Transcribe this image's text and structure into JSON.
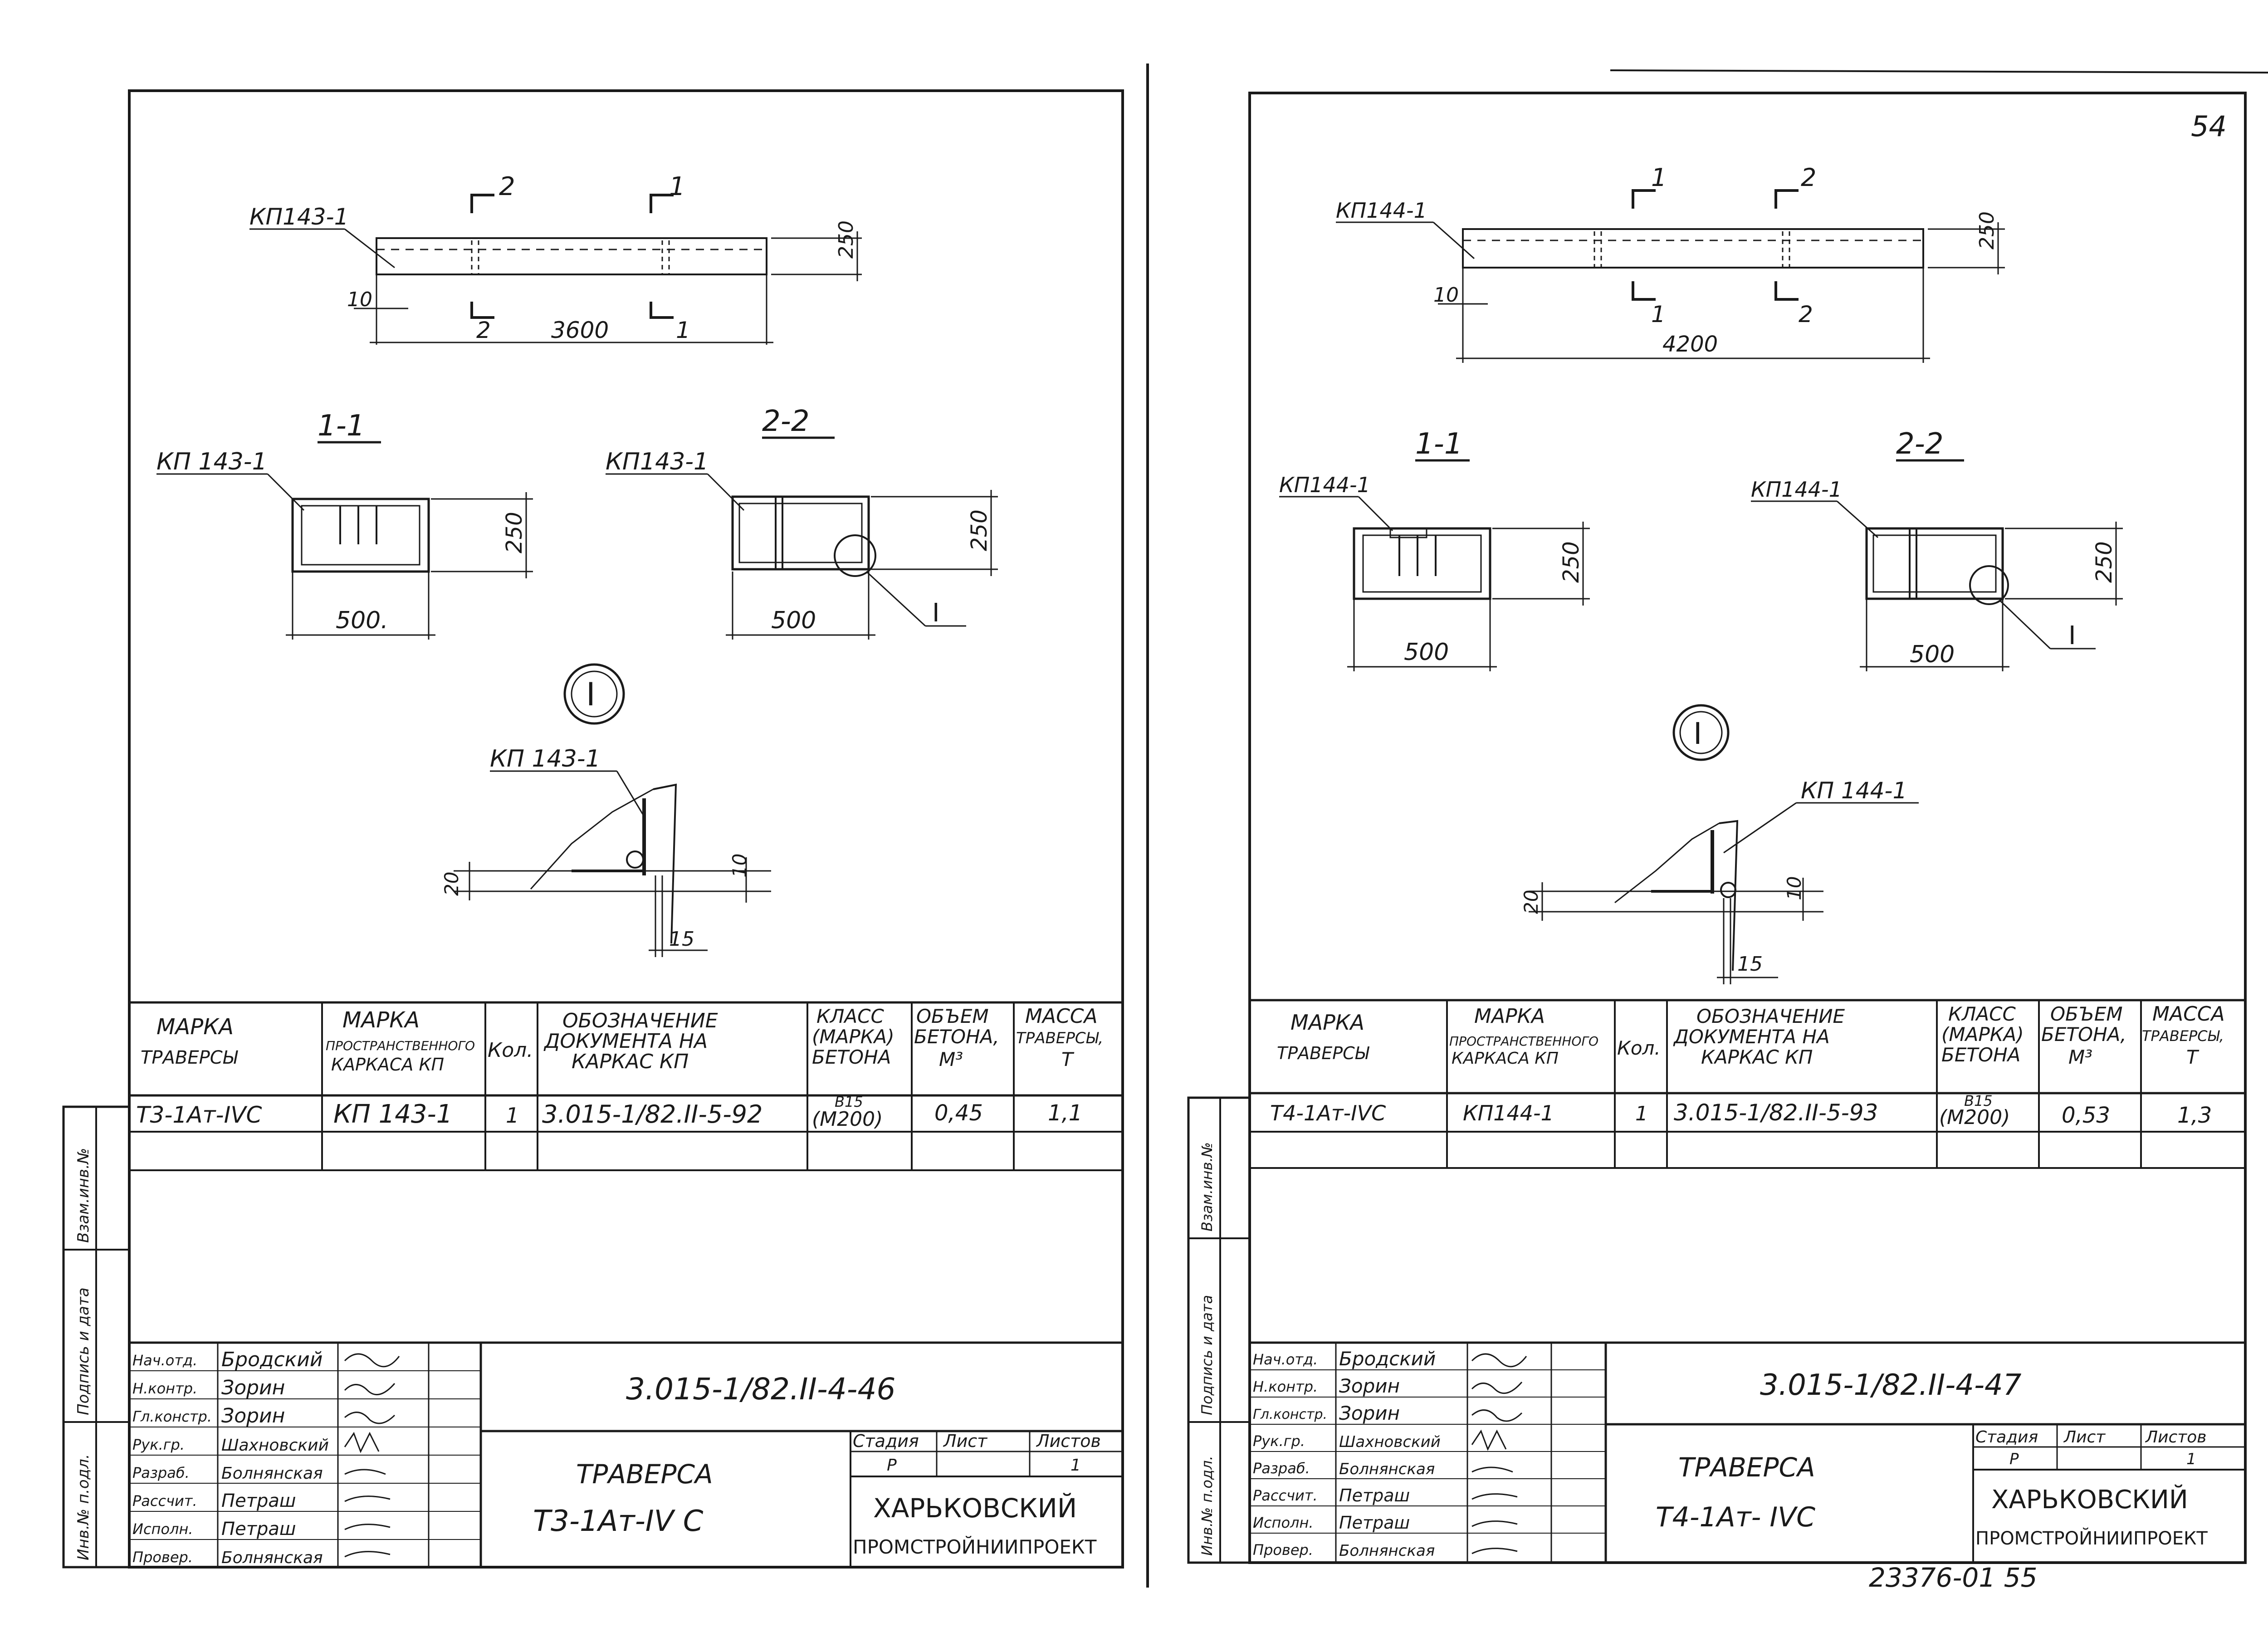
{
  "page_number": "54",
  "bottom_number": "23376-01  55",
  "sheets": [
    {
      "top_frame": "КП143-1",
      "length": "3600",
      "height": "250",
      "offset": "10",
      "cut1_label": "1",
      "cut2_label": "2",
      "sec1_title": "1-1",
      "sec2_title": "2-2",
      "sec1_frame": "КП 143-1",
      "sec2_frame": "КП143-1",
      "sec1_width": "500.",
      "sec1_height": "250",
      "sec2_width": "500",
      "sec2_height": "250",
      "node_mark": "I",
      "node_frame": "КП 143-1",
      "node_dim_a": "20",
      "node_dim_b": "10",
      "node_dim_c": "15",
      "table_headers": {
        "mark": [
          "МАРКА",
          "ТРАВЕРСЫ"
        ],
        "frame": [
          "МАРКА",
          "ПРОСТРАНСТВЕННОГО",
          "КАРКАСА КП"
        ],
        "qty": "Кол.",
        "doc": [
          "ОБОЗНАЧЕНИЕ",
          "ДОКУМЕНТА   НА",
          "КАРКАС   КП"
        ],
        "class": [
          "КЛАСС",
          "(МАРКА)",
          "БЕТОНА"
        ],
        "volume": [
          "ОБЪЕМ",
          "БЕТОНА,",
          "М³"
        ],
        "mass": [
          "МАССА",
          "ТРАВЕРСЫ,",
          "Т"
        ]
      },
      "table_row": {
        "mark": "Т3-1Ат-IVС",
        "frame": "КП 143-1",
        "qty": "1",
        "doc": "3.015-1/82.II-5-92",
        "class_top": "В15",
        "class_bottom": "(М200)",
        "volume": "0,45",
        "mass": "1,1"
      },
      "side_stamp": [
        "Инв.№ п.одл.",
        "Подпись и дата",
        "Взам.инв.№"
      ],
      "title_block": {
        "code": "3.015-1/82.II-4-46",
        "title_line1": "ТРАВЕРСА",
        "title_line2": "Т3-1Ат-IV С",
        "stage_label": "Стадия",
        "sheet_label": "Лист",
        "sheets_label": "Листов",
        "stage": "Р",
        "sheet": "",
        "sheets": "1",
        "org_line1": "ХАРЬКОВСКИЙ",
        "org_line2": "ПРОМСТРОЙНИИПРОЕКТ",
        "signers": [
          {
            "role": "Нач.отд.",
            "name": "Бродский"
          },
          {
            "role": "Н.контр.",
            "name": "Зорин"
          },
          {
            "role": "Гл.констр.",
            "name": "Зорин"
          },
          {
            "role": "Рук.гр.",
            "name": "Шахновский"
          },
          {
            "role": "Разраб.",
            "name": "Болнянская"
          },
          {
            "role": "Рассчит.",
            "name": "Петраш"
          },
          {
            "role": "Исполн.",
            "name": "Петраш"
          },
          {
            "role": "Провер.",
            "name": "Болнянская"
          }
        ]
      }
    },
    {
      "top_frame": "КП144-1",
      "length": "4200",
      "height": "250",
      "offset": "10",
      "cut1_label": "1",
      "cut2_label": "2",
      "sec1_title": "1-1",
      "sec2_title": "2-2",
      "sec1_frame": "КП144-1",
      "sec2_frame": "КП144-1",
      "sec1_width": "500",
      "sec1_height": "250",
      "sec2_width": "500",
      "sec2_height": "250",
      "node_mark": "I",
      "node_frame": "КП 144-1",
      "node_dim_a": "20",
      "node_dim_b": "10",
      "node_dim_c": "15",
      "table_headers": {
        "mark": [
          "МАРКА",
          "ТРАВЕРСЫ"
        ],
        "frame": [
          "МАРКА",
          "ПРОСТРАНСТВЕННОГО",
          "КАРКАСА КП"
        ],
        "qty": "Кол.",
        "doc": [
          "ОБОЗНАЧЕНИЕ",
          "ДОКУМЕНТА   НА",
          "КАРКАС   КП"
        ],
        "class": [
          "КЛАСС",
          "(МАРКА)",
          "БЕТОНА"
        ],
        "volume": [
          "ОБЪЕМ",
          "БЕТОНА,",
          "М³"
        ],
        "mass": [
          "МАССА",
          "ТРАВЕРСЫ,",
          "Т"
        ]
      },
      "table_row": {
        "mark": "Т4-1Ат-IVС",
        "frame": "КП144-1",
        "qty": "1",
        "doc": "3.015-1/82.II-5-93",
        "class_top": "В15",
        "class_bottom": "(М200)",
        "volume": "0,53",
        "mass": "1,3"
      },
      "side_stamp": [
        "Инв.№ п.одл.",
        "Подпись и дата",
        "Взам.инв.№"
      ],
      "title_block": {
        "code": "3.015-1/82.II-4-47",
        "title_line1": "ТРАВЕРСА",
        "title_line2": "Т4-1Ат- IVС",
        "stage_label": "Стадия",
        "sheet_label": "Лист",
        "sheets_label": "Листов",
        "stage": "Р",
        "sheet": "",
        "sheets": "1",
        "org_line1": "ХАРЬКОВСКИЙ",
        "org_line2": "ПРОМСТРОЙНИИПРОЕКТ",
        "signers": [
          {
            "role": "Нач.отд.",
            "name": "Бродский"
          },
          {
            "role": "Н.контр.",
            "name": "Зорин"
          },
          {
            "role": "Гл.констр.",
            "name": "Зорин"
          },
          {
            "role": "Рук.гр.",
            "name": "Шахновский"
          },
          {
            "role": "Разраб.",
            "name": "Болнянская"
          },
          {
            "role": "Рассчит.",
            "name": "Петраш"
          },
          {
            "role": "Исполн.",
            "name": "Петраш"
          },
          {
            "role": "Провер.",
            "name": "Болнянская"
          }
        ]
      }
    }
  ]
}
